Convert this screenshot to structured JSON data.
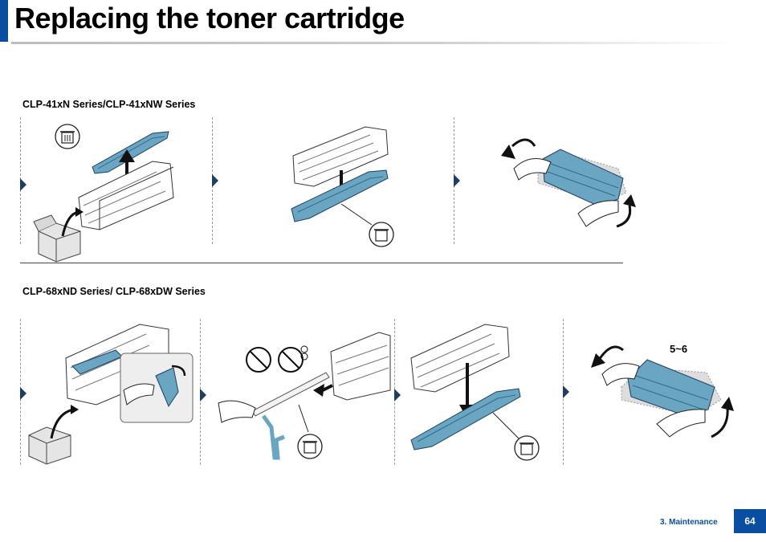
{
  "page": {
    "title": "Replacing the toner cartridge",
    "footer_section": "3. Maintenance",
    "page_number": "64"
  },
  "sections": [
    {
      "heading": "CLP-41xN Series/CLP-41xNW Series"
    },
    {
      "heading": "CLP-68xND Series/ CLP-68xDW Series",
      "step_label": "5~6"
    }
  ],
  "colors": {
    "accent": "#0a4ea1",
    "toner_blue": "#6aa5c2",
    "arrow_dark": "#1d3f63"
  },
  "icons": [
    "recycle-bin-icon",
    "no-magnet-icon",
    "no-ring-icon",
    "box-icon",
    "curved-arrow-icon",
    "rotate-arrow-icon"
  ]
}
